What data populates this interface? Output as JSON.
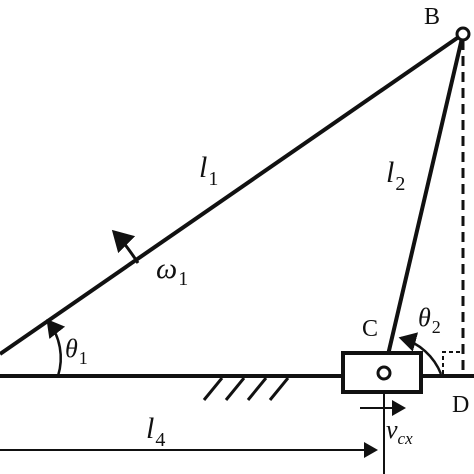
{
  "labels": {
    "point_b": "B",
    "point_c": "C",
    "point_d": "D",
    "link_1": "l",
    "link_1_sub": "1",
    "link_2": "l",
    "link_2_sub": "2",
    "link_4": "l",
    "link_4_sub": "4",
    "omega": "ω",
    "omega_sub": "1",
    "theta_1": "θ",
    "theta_1_sub": "1",
    "theta_2": "θ",
    "theta_2_sub": "2",
    "velocity": "v",
    "velocity_sub": "cx"
  },
  "colors": {
    "stroke": "#111111",
    "background": "#ffffff"
  }
}
